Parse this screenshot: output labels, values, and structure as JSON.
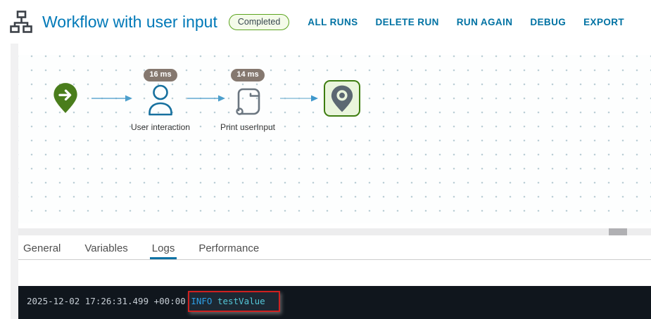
{
  "header": {
    "title": "Workflow with user input",
    "status_badge": "Completed",
    "actions": [
      "ALL RUNS",
      "DELETE RUN",
      "RUN AGAIN",
      "DEBUG",
      "EXPORT"
    ]
  },
  "canvas": {
    "nodes": [
      {
        "name": "start",
        "icon": "start-arrow-pin-icon"
      },
      {
        "name": "User interaction",
        "icon": "user-icon",
        "duration": "16 ms"
      },
      {
        "name": "Print userInput",
        "icon": "scroll-icon",
        "duration": "14 ms"
      },
      {
        "name": "end",
        "icon": "location-pin-icon",
        "selected": true
      }
    ]
  },
  "tabs": {
    "items": [
      "General",
      "Variables",
      "Logs",
      "Performance"
    ],
    "active": "Logs"
  },
  "console": {
    "timestamp": "2025-12-02 17:26:31.499 +00:00",
    "level": "INFO",
    "message": "testValue"
  },
  "colors": {
    "accent_blue": "#0072a3",
    "title_blue": "#0079b8",
    "status_green_border": "#5ca41f",
    "status_green_bg": "#f4fbe9",
    "node_green": "#4a7d1c",
    "selected_border_green": "#3e7d10",
    "duration_badge": "#85786f",
    "console_bg": "#10161d",
    "log_level_blue": "#2d9fe6",
    "log_message_cyan": "#54c7d8",
    "annotation_red": "#cf2020"
  }
}
